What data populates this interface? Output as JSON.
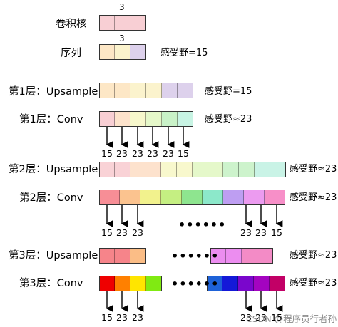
{
  "rows": {
    "kernel": {
      "label": "卷积核",
      "size_label": "3"
    },
    "sequence": {
      "label": "序列",
      "size_label": "3",
      "rf": "感受野=15"
    },
    "l1_up": {
      "label": "第1层：Upsample",
      "rf": "感受野=15"
    },
    "l1_conv": {
      "label": "第1层：Conv",
      "rf": "感受野≈23",
      "outputs": [
        "15",
        "23",
        "23",
        "23",
        "23",
        "15"
      ]
    },
    "l2_up": {
      "label": "第2层：Upsample",
      "rf": "感受野≈23"
    },
    "l2_conv": {
      "label": "第2层：Conv",
      "rf": "感受野≈23",
      "outputs_left": [
        "15",
        "23",
        "23"
      ],
      "outputs_right": [
        "23",
        "23",
        "15"
      ],
      "ellipsis": "••••••"
    },
    "l3_up": {
      "label": "第3层：Upsample",
      "rf": "感受野≈23",
      "ellipsis": "••••••"
    },
    "l3_conv": {
      "label": "第3层：Conv",
      "rf": "感受野≈23",
      "outputs_left": [
        "15",
        "23",
        "23"
      ],
      "outputs_right": [
        "23",
        "23",
        "15"
      ],
      "ellipsis": "••••••"
    }
  },
  "watermark": "CSDN @程序员行者孙",
  "colors": {
    "kernel": [
      "#f8cfd4",
      "#f8cfd4",
      "#f8cfd4"
    ],
    "sequence": [
      "#fde7c6",
      "#fbf3cd",
      "#ddd1ec"
    ],
    "l1_up": [
      "#fde7c6",
      "#fde7c6",
      "#fbf3cd",
      "#fbf3cd",
      "#ddd1ec",
      "#ddd1ec"
    ],
    "l1_conv": [
      "#f8cfd4",
      "#fde3cc",
      "#f7f8cc",
      "#e5f8c9",
      "#c9f2c8",
      "#c8f4e4"
    ],
    "l2_up": [
      "#f9d2d6",
      "#f9d2d6",
      "#fde2cd",
      "#fde2cd",
      "#f8f8cd",
      "#f8f8cd",
      "#e5f8ca",
      "#e5f8ca",
      "#cdf3cc",
      "#cdf3cc",
      "#c9f3e6",
      "#c9f3e6"
    ],
    "l2_conv": [
      "#f78e96",
      "#fbc38f",
      "#f2f28d",
      "#c5ef82",
      "#8ee58f",
      "#8ce8ca",
      "#be9ef2",
      "#ec9bf0",
      "#f78fc8"
    ],
    "l3_up_left": [
      "#f6848a",
      "#f6848a",
      "#fbbd86"
    ],
    "l3_up_right": [
      "#ec8df0",
      "#ec8df0",
      "#f38bc6",
      "#f38bc6"
    ],
    "l3_conv_left": [
      "#ef0000",
      "#ff8000",
      "#ffe500",
      "#80ea12"
    ],
    "l3_conv_right": [
      "#1e62d8",
      "#1419d8",
      "#7a06cc",
      "#a404c0",
      "#c20066"
    ]
  }
}
